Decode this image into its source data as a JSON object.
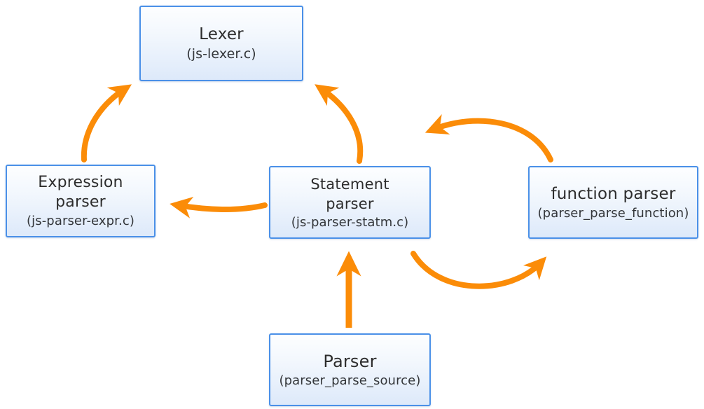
{
  "diagram": {
    "type": "flow-diagram",
    "background_color": "#ffffff",
    "node_border_color": "#4a90e8",
    "node_fill_top": "#fdfeff",
    "node_fill_bottom": "#dde9fa",
    "arrow_color": "#fb8c08",
    "nodes": [
      {
        "id": "lexer",
        "title": "Lexer",
        "subtitle": "(js-lexer.c)"
      },
      {
        "id": "expression-parser",
        "title": "Expression\nparser",
        "subtitle": "(js-parser-expr.c)"
      },
      {
        "id": "statement-parser",
        "title": "Statement\nparser",
        "subtitle": "(js-parser-statm.c)"
      },
      {
        "id": "function-parser",
        "title": "function parser",
        "subtitle": "(parser_parse_function)"
      },
      {
        "id": "parser",
        "title": "Parser",
        "subtitle": "(parser_parse_source)"
      }
    ],
    "edges": [
      {
        "id": "expression-to-lexer",
        "from": "expression-parser",
        "to": "lexer",
        "style": "curved"
      },
      {
        "id": "statement-to-lexer",
        "from": "statement-parser",
        "to": "lexer",
        "style": "curved"
      },
      {
        "id": "statement-to-expression",
        "from": "statement-parser",
        "to": "expression-parser",
        "style": "curved"
      },
      {
        "id": "function-to-statement",
        "from": "function-parser",
        "to": "statement-parser",
        "style": "arc-over"
      },
      {
        "id": "statement-to-function",
        "from": "statement-parser",
        "to": "function-parser",
        "style": "arc-under"
      },
      {
        "id": "parser-to-statement",
        "from": "parser",
        "to": "statement-parser",
        "style": "straight"
      }
    ]
  }
}
